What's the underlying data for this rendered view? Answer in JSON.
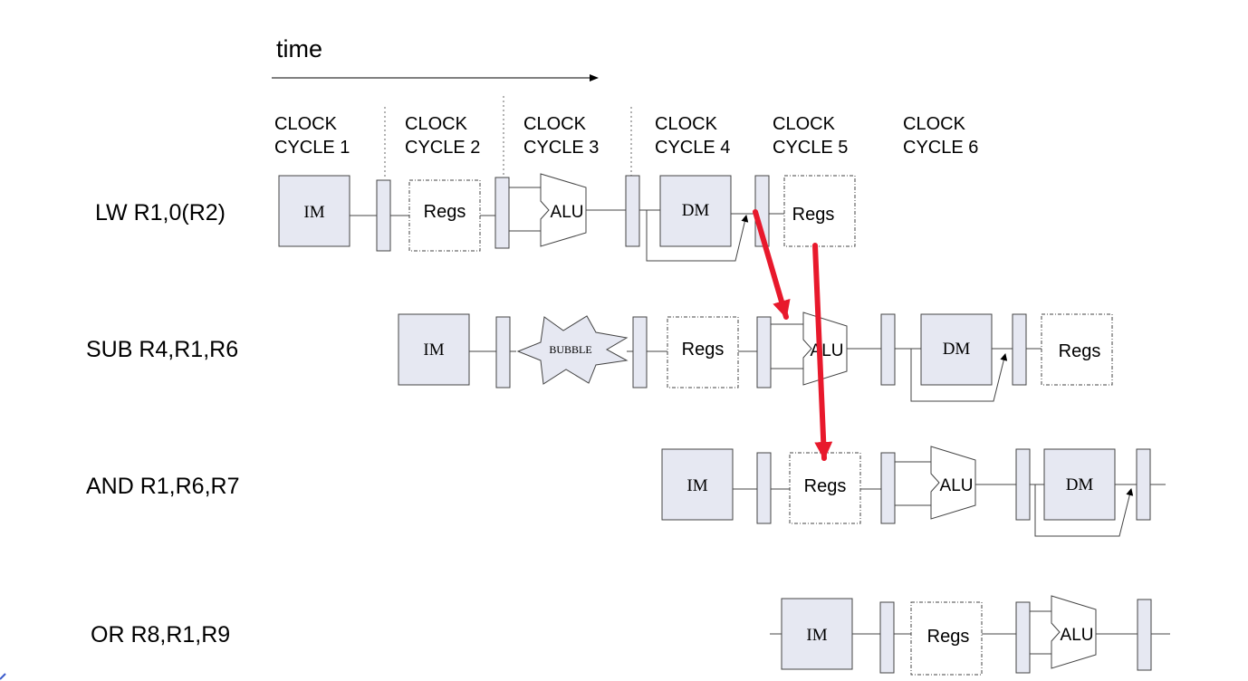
{
  "time_label": "time",
  "cycle_headers": [
    {
      "line1": "CLOCK",
      "line2": "CYCLE 1"
    },
    {
      "line1": "CLOCK",
      "line2": "CYCLE 2"
    },
    {
      "line1": "CLOCK",
      "line2": "CYCLE 3"
    },
    {
      "line1": "CLOCK",
      "line2": "CYCLE 4"
    },
    {
      "line1": "CLOCK",
      "line2": "CYCLE 5"
    },
    {
      "line1": "CLOCK",
      "line2": "CYCLE 6"
    }
  ],
  "instructions": [
    {
      "label": "LW R1,0(R2)",
      "stages": [
        "IM",
        "Regs",
        "ALU",
        "DM",
        "Regs"
      ]
    },
    {
      "label": "SUB R4,R1,R6",
      "stages": [
        "IM",
        "BUBBLE",
        "Regs",
        "ALU",
        "DM",
        "Regs"
      ]
    },
    {
      "label": "AND R1,R6,R7",
      "stages": [
        "IM",
        "Regs",
        "ALU",
        "DM"
      ]
    },
    {
      "label": "OR R8,R1,R9",
      "stages": [
        "IM",
        "Regs",
        "ALU"
      ]
    }
  ],
  "colors": {
    "stage_fill": "#e6e8f2",
    "stroke": "#444444",
    "forwarding_arrow": "#e8192c"
  }
}
